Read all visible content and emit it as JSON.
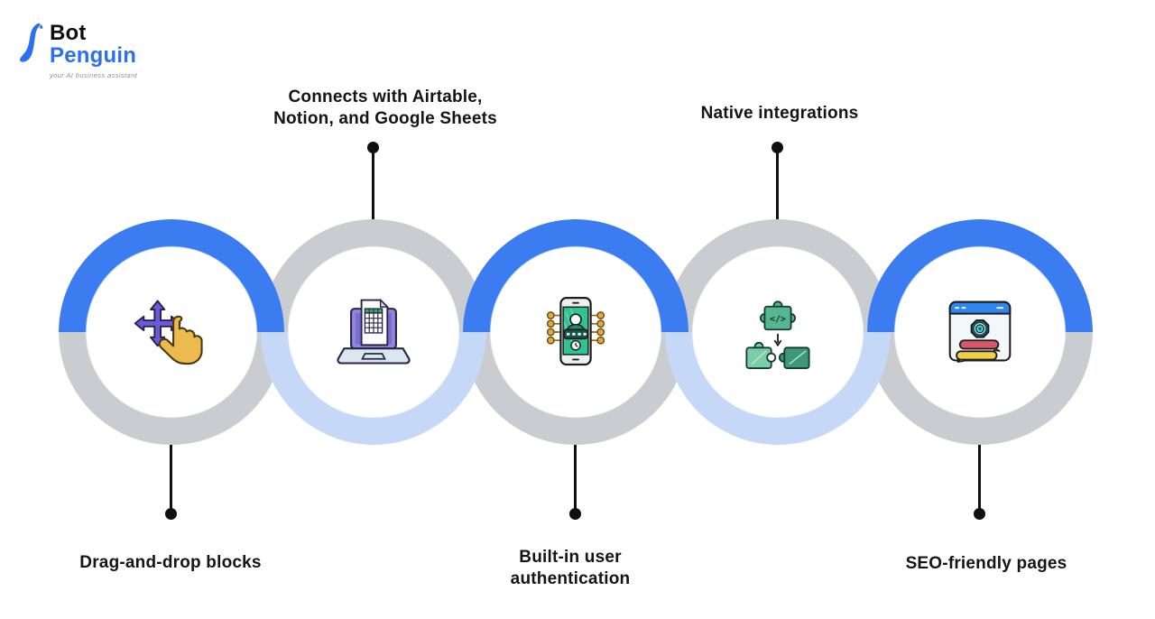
{
  "logo": {
    "word_bot": "Bot",
    "word_penguin": "Penguin",
    "tagline": "your AI business assistant"
  },
  "colors": {
    "background": "#ffffff",
    "accent_blue": "#3b7cf0",
    "pale_blue": "#c6d8f8",
    "ring_gray": "#c9ccd0",
    "label_text": "#141414",
    "connector_black": "#0f0f0f",
    "logo_blue": "#2d6ff2",
    "logo_black": "#0f0f0f",
    "tagline_gray": "#8b9099"
  },
  "steps": [
    {
      "id": 1,
      "icon": "drag-hand-icon",
      "label_position": "below",
      "lines": [
        "Drag-and-drop blocks"
      ]
    },
    {
      "id": 2,
      "icon": "laptop-spreadsheet-icon",
      "label_position": "above",
      "lines": [
        "Connects with Airtable,",
        "Notion, and Google Sheets"
      ]
    },
    {
      "id": 3,
      "icon": "phone-auth-icon",
      "label_position": "below",
      "lines": [
        "Built-in user",
        "authentication"
      ]
    },
    {
      "id": 4,
      "icon": "puzzle-integration-icon",
      "label_position": "above",
      "lines": [
        "Native integrations"
      ]
    },
    {
      "id": 5,
      "icon": "browser-seo-icon",
      "label_position": "below",
      "lines": [
        "SEO-friendly pages"
      ]
    }
  ]
}
